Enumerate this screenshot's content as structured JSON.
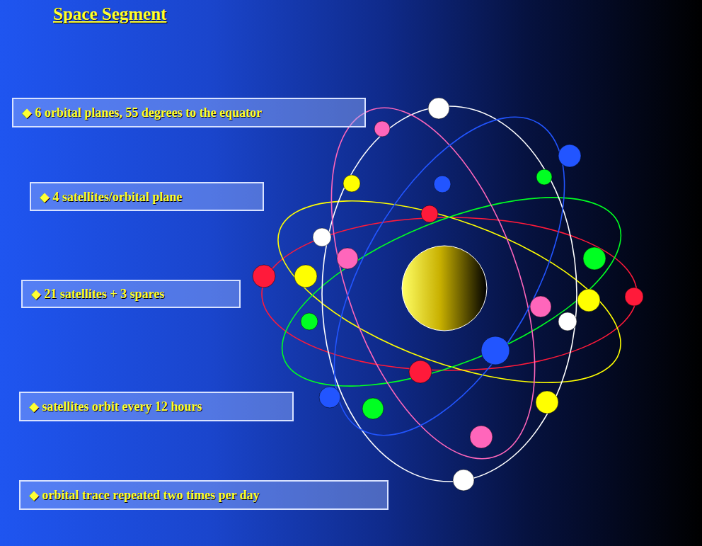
{
  "diagram": {
    "title": "Space Segment",
    "nodes": [
      {
        "text": [
          "◆ 6 orbital planes, 55 degrees to the equator"
        ]
      },
      {
        "text": [
          "◆ 4 satellites/orbital plane"
        ]
      },
      {
        "text": [
          "◆ 21 satellites + 3 spares"
        ]
      },
      {
        "text": [
          "◆ satellites orbit every 12 hours"
        ]
      },
      {
        "text": [
          "◆ orbital trace repeated two times per day"
        ]
      }
    ]
  }
}
